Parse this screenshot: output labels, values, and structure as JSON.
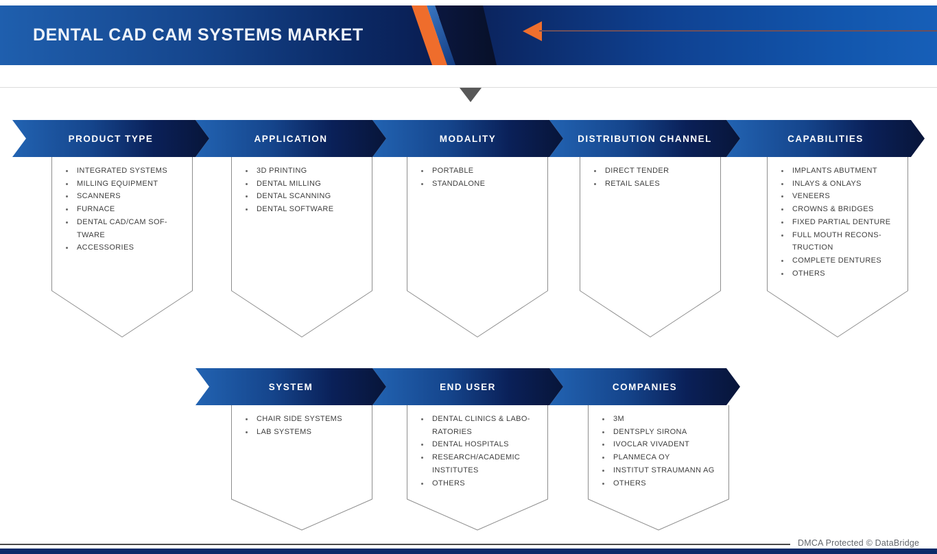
{
  "header": {
    "title": "DENTAL CAD CAM SYSTEMS MARKET",
    "colors": {
      "banner_blue": "#1f5fae",
      "banner_dark_navy": "#081539",
      "accent_orange": "#ef6d2c",
      "right_banner_blue": "#1256ad",
      "footer_bar_navy": "#0c2b69"
    },
    "icons": {
      "arrow": "left-arrow-icon",
      "pointer": "down-triangle-icon"
    }
  },
  "rows": [
    {
      "columns": [
        {
          "label": "PRODUCT TYPE",
          "items": [
            "INTEGRATED SYSTEMS",
            "MILLING EQUIPMENT",
            "SCANNERS",
            "FURNACE",
            "DENTAL CAD/CAM SOF-\nTWARE",
            "ACCESSORIES"
          ]
        },
        {
          "label": "APPLICATION",
          "items": [
            "3D PRINTING",
            "DENTAL MILLING",
            "DENTAL SCANNING",
            "DENTAL SOFTWARE"
          ]
        },
        {
          "label": "MODALITY",
          "items": [
            "PORTABLE",
            "STANDALONE"
          ]
        },
        {
          "label": "DISTRIBUTION CHANNEL",
          "items": [
            "DIRECT TENDER",
            "RETAIL SALES"
          ]
        },
        {
          "label": "CAPABILITIES",
          "items": [
            "IMPLANTS ABUTMENT",
            "INLAYS & ONLAYS",
            "VENEERS",
            "CROWNS & BRIDGES",
            "FIXED PARTIAL DENTURE",
            "FULL MOUTH RECONS-\nTRUCTION",
            "COMPLETE DENTURES",
            "OTHERS"
          ]
        }
      ]
    },
    {
      "columns": [
        {
          "label": "SYSTEM",
          "items": [
            "CHAIR SIDE SYSTEMS",
            "LAB SYSTEMS"
          ]
        },
        {
          "label": "END USER",
          "items": [
            "DENTAL CLINICS & LABO-\nRATORIES",
            "DENTAL HOSPITALS",
            "RESEARCH/ACADEMIC\nINSTITUTES",
            "OTHERS"
          ]
        },
        {
          "label": "COMPANIES",
          "items": [
            "3M",
            "DENTSPLY SIRONA",
            "IVOCLAR VIVADENT",
            "PLANMECA OY",
            "INSTITUT STRAUMANN AG",
            "OTHERS"
          ]
        }
      ]
    }
  ],
  "footer": {
    "dmca_text": "DMCA Protected © DataBridge"
  }
}
